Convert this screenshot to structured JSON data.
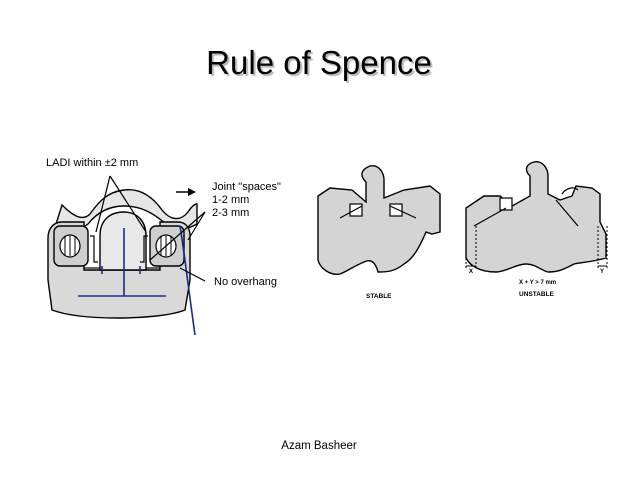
{
  "slide": {
    "title": "Rule of Spence",
    "footer": "Azam Basheer"
  },
  "left_figure": {
    "ladi_label": "LADI within ±2 mm",
    "joint_label": "Joint \"spaces\"",
    "joint_range_1": "1-2 mm",
    "joint_range_2": "2-3 mm",
    "overhang_label": "No overhang"
  },
  "stable_figure": {
    "caption": "STABLE"
  },
  "unstable_figure": {
    "caption": "UNSTABLE",
    "x_label": "X",
    "y_label": "Y",
    "formula": "X + Y > 7 mm"
  },
  "colors": {
    "bone_fill": "#d4d4d4",
    "outline": "#000000",
    "guide_lines": "#1b2a8a",
    "title_shadow": "#b9b9b9"
  }
}
